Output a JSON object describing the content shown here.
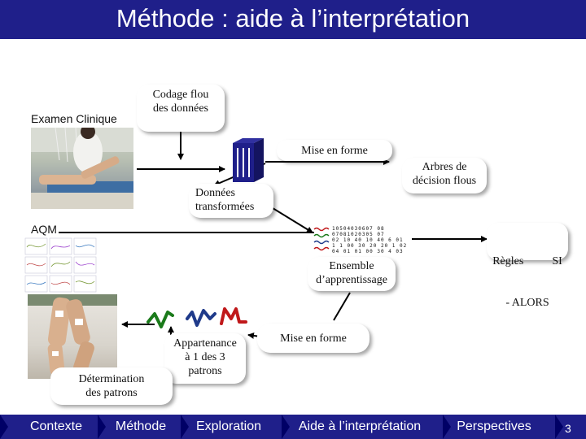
{
  "title": "Méthode : aide à l’interprétation",
  "labels": {
    "examen_clinique": "Examen Clinique",
    "codage_flou_line1": "Codage flou",
    "codage_flou_line2": "des données",
    "mise_en_forme_top": "Mise en forme",
    "arbres_line1": "Arbres de",
    "arbres_line2": "décision flous",
    "donnees_line1": "Données",
    "donnees_line2": "transformées",
    "aqm": "AQM",
    "regles_line1": "Règles          SI",
    "regles_line2": "- ALORS",
    "ensemble_line1": "Ensemble",
    "ensemble_line2": "d’apprentissage",
    "mise_en_forme_bottom": "Mise en forme",
    "appartenance_line1": "Appartenance",
    "appartenance_line2": "à 1 des 3",
    "appartenance_line3": "patrons",
    "determination_line1": "Détermination",
    "determination_line2": "des patrons"
  },
  "digit_matrix": [
    "10504030607 08",
    "07081020305 07",
    "02 10 40 10 40 6 01",
    "1 1 00 30 20 20 1 02",
    "04 01 01 00 30 4 03"
  ],
  "navigation": {
    "items": [
      "Contexte",
      "Méthode",
      "Exploration",
      "Aide à l’interprétation",
      "Perspectives"
    ],
    "active_index": 3,
    "page_number": "3"
  },
  "colors": {
    "title_bar": "#1f1f8a",
    "nav_bar": "#1f1f8a",
    "wave_green": "#1a7a1a",
    "wave_blue": "#1f3a8a",
    "wave_red": "#c0181a",
    "cube": "#1f1f8a"
  },
  "icons": {
    "data_cube": "data-cube-icon",
    "three_patterns": "pattern-waves-icon"
  }
}
